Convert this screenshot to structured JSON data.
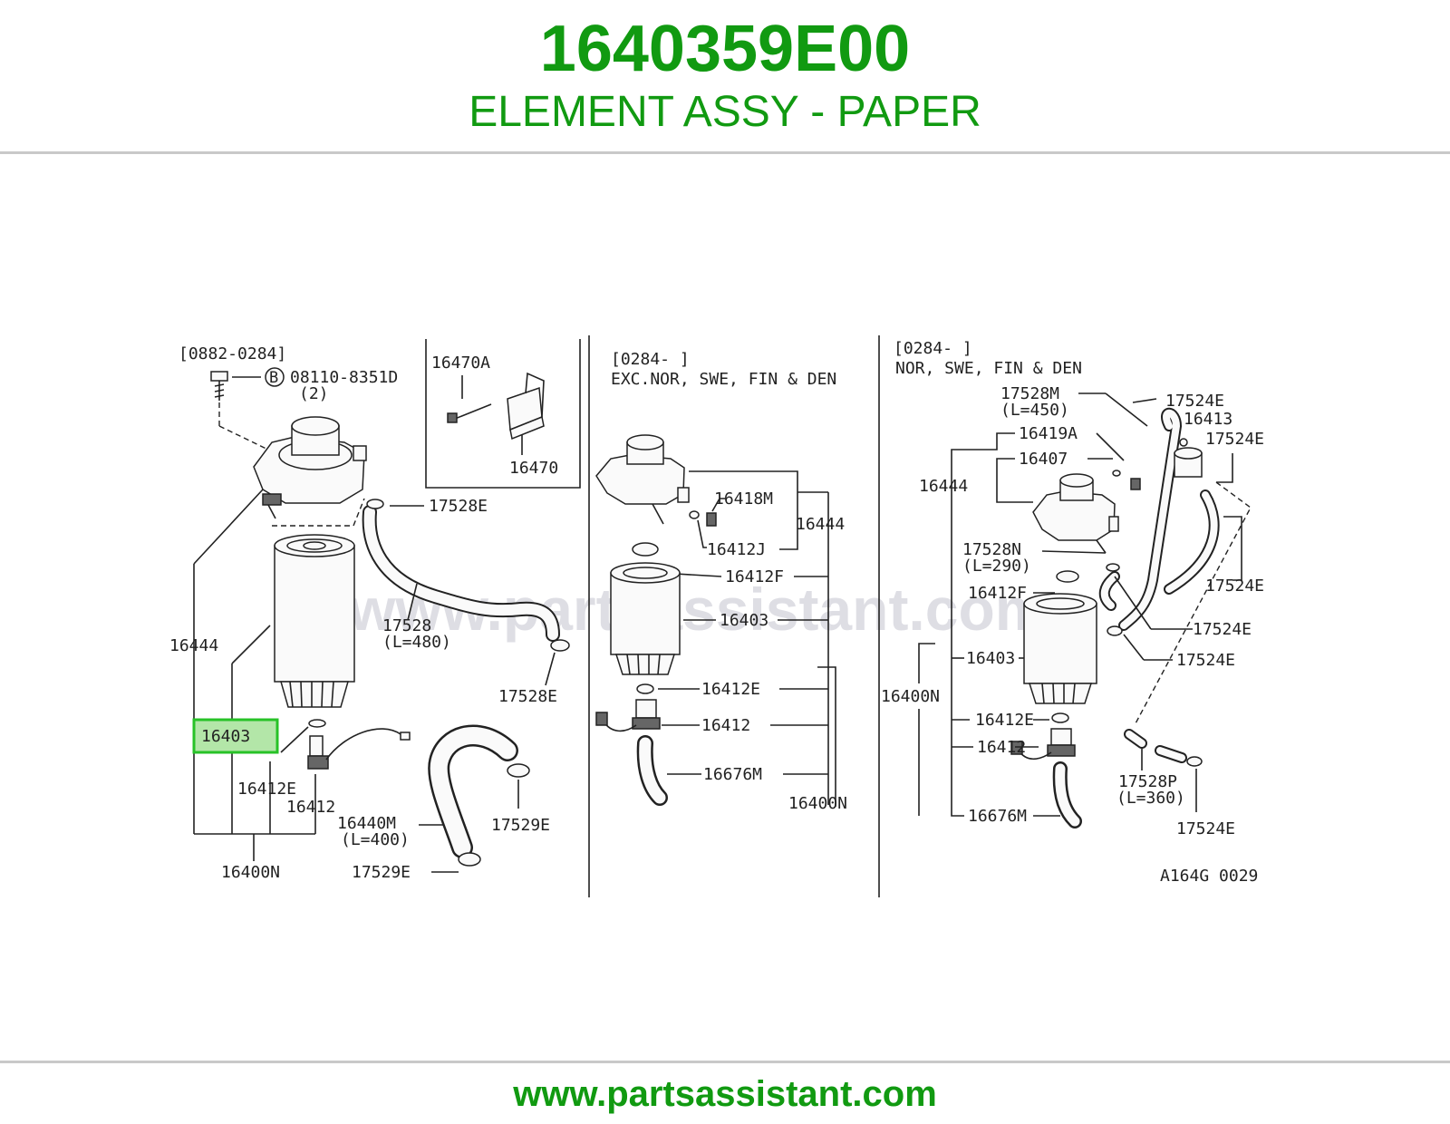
{
  "header": {
    "part_number": "1640359E00",
    "part_name": "ELEMENT ASSY - PAPER"
  },
  "footer": {
    "url": "www.partsassistant.com"
  },
  "diagram": {
    "watermark": "www.partsassistant.com",
    "ref_code": "A164G 0029",
    "highlight": "16403",
    "sections": {
      "left": {
        "heading": "[0882-0284]",
        "labels": {
          "bolt": "08110-8351D",
          "bolt_qty": "(2)",
          "hose_a": "17528E",
          "hose_len_a": "17528",
          "hose_len_a_val": "(L=480)",
          "clip_a": "17528E",
          "head": "16444",
          "element": "16403",
          "oring": "16412E",
          "sensor": "16412",
          "assy": "16400N",
          "hose_b": "16440M",
          "hose_b_len": "(L=400)",
          "clip_b": "17529E",
          "clip_c": "17529E"
        }
      },
      "inset": {
        "labels": {
          "bolt": "16470A",
          "bracket": "16470"
        }
      },
      "middle": {
        "heading": "[0284-     ]",
        "subheading": "EXC.NOR, SWE, FIN & DEN",
        "labels": {
          "plug": "16418M",
          "ring": "16412J",
          "head": "16444",
          "gasket": "16412F",
          "element": "16403",
          "oring": "16412E",
          "sensor": "16412",
          "hose": "16676M",
          "assy": "16400N"
        }
      },
      "right": {
        "heading": "[0284-     ]",
        "subheading": "NOR, SWE, FIN & DEN",
        "labels": {
          "hose_top": "17528M",
          "hose_top_len": "(L=450)",
          "clamp_a": "17524E",
          "fitting": "16413",
          "clamp_b": "17524E",
          "bleed": "16419A",
          "plug": "16407",
          "head": "16444",
          "hose_mid": "17528N",
          "hose_mid_len": "(L=290)",
          "gasket": "16412F",
          "clamp_c": "17524E",
          "clamp_d": "17524E",
          "clamp_e": "17524E",
          "assy": "16400N",
          "element": "16403",
          "oring": "16412E",
          "sensor": "16412",
          "hose_low": "17528P",
          "hose_low_len": "(L=360)",
          "clamp_f": "17524E",
          "hose": "16676M"
        }
      }
    }
  }
}
